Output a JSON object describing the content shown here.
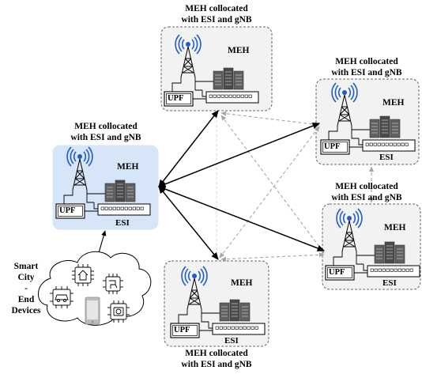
{
  "nodes": [
    {
      "id": "top",
      "caption_line1": "MEH collocated",
      "caption_line2": "with ESI and gNB",
      "meh_label": "MEH",
      "upf_label": "UPF",
      "esi_label": ""
    },
    {
      "id": "left",
      "caption_line1": "MEH collocated",
      "caption_line2": "with ESI and gNB",
      "meh_label": "MEH",
      "upf_label": "UPF",
      "esi_label": "ESI"
    },
    {
      "id": "right-top",
      "caption_line1": "MEH collocated",
      "caption_line2": "with ESI and gNB",
      "meh_label": "MEH",
      "upf_label": "UPF",
      "esi_label": "ESI"
    },
    {
      "id": "right-bottom",
      "caption_line1": "MEH collocated",
      "caption_line2": "with ESI and gNB",
      "meh_label": "MEH",
      "upf_label": "UPF",
      "esi_label": "ESI"
    },
    {
      "id": "bottom",
      "caption_line1": "MEH collocated",
      "caption_line2": "with ESI and gNB",
      "meh_label": "MEH",
      "upf_label": "UPF",
      "esi_label": "ESI"
    }
  ],
  "cloud": {
    "line1": "Smart",
    "line2": "City",
    "line3": "-",
    "line4": "End",
    "line5": "Devices"
  },
  "colors": {
    "node_fill": "#f2f2f2",
    "highlight_fill": "#d6e6f8",
    "antenna_blue": "#1f5cc9",
    "link_gray": "#a6a6a6",
    "link_black": "#000000"
  }
}
